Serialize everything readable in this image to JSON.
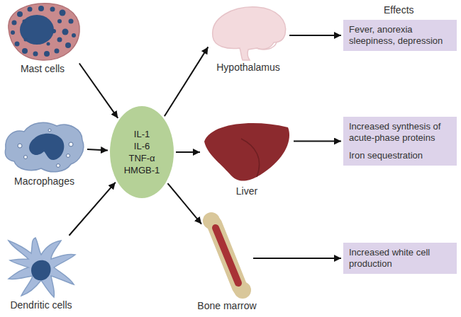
{
  "diagram": {
    "nodes": [
      {
        "text": [
          "Mast cells"
        ]
      },
      {
        "text": [
          "Macrophages"
        ]
      },
      {
        "text": [
          "Dendritic cells"
        ]
      },
      {
        "text": [
          "IL-1",
          "IL-6",
          "TNF-α",
          "HMGB-1"
        ]
      },
      {
        "text": [
          "Hypothalamus"
        ]
      },
      {
        "text": [
          "Liver"
        ]
      },
      {
        "text": [
          "Bone marrow"
        ]
      },
      {
        "text": [
          "Fever, anorexia sleepiness, depression"
        ]
      },
      {
        "text": [
          "Increased synthesis of acute-phase proteins",
          "Iron sequestration"
        ]
      },
      {
        "text": [
          "Increased white cell production"
        ]
      }
    ],
    "edges": [
      {
        "from": 0,
        "to": 3,
        "arrow": "to"
      },
      {
        "from": 1,
        "to": 3,
        "arrow": "to"
      },
      {
        "from": 2,
        "to": 3,
        "arrow": "to"
      },
      {
        "from": 3,
        "to": 4,
        "arrow": "to"
      },
      {
        "from": 3,
        "to": 5,
        "arrow": "to"
      },
      {
        "from": 3,
        "to": 6,
        "arrow": "to"
      },
      {
        "from": 4,
        "to": 7,
        "arrow": "to"
      },
      {
        "from": 5,
        "to": 8,
        "arrow": "to"
      },
      {
        "from": 6,
        "to": 9,
        "arrow": "to"
      }
    ],
    "labels": [
      "Effects"
    ]
  }
}
